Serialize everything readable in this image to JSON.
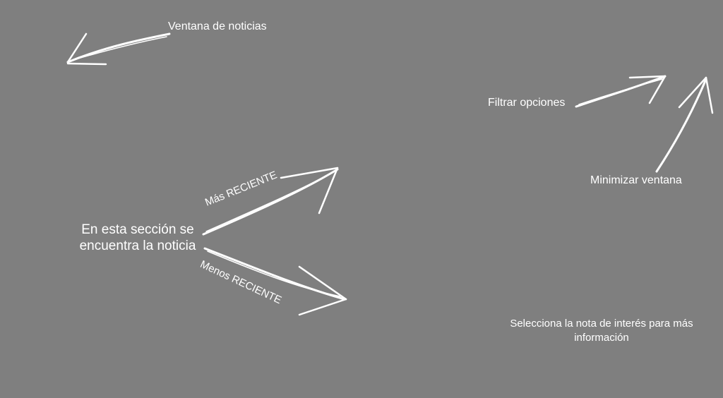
{
  "labels": {
    "news_window": "Ventana de noticias",
    "filter_options": "Filtrar opciones",
    "minimize_window": "Minimizar ventana",
    "section_note": "En esta sección se encuentra la noticia",
    "most_recent": "Más RECIENTE",
    "least_recent": "Menos RECIENTE",
    "select_note": "Selecciona la nota de interés para más información"
  },
  "colors": {
    "background": "#7f7f7f",
    "text": "#ffffff",
    "arrow": "#ffffff"
  },
  "icons": [
    "chalk-arrow-icon"
  ]
}
